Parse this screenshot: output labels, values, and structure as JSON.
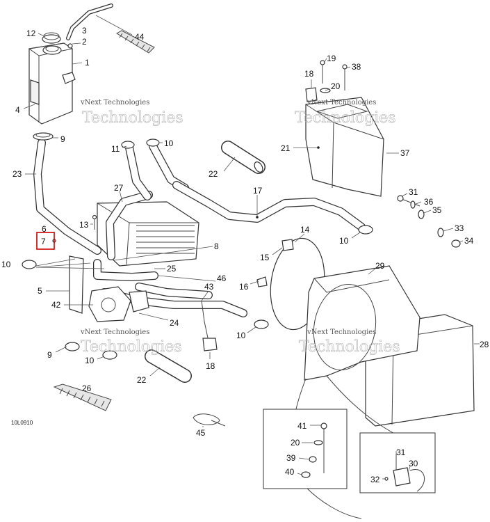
{
  "diagram_code": "10L0910",
  "watermark": {
    "line1": "vNext Technologies",
    "line2": "Technologies"
  },
  "highlight_color": "#cc0000",
  "callouts": [
    {
      "id": "c12",
      "text": "12"
    },
    {
      "id": "c3",
      "text": "3"
    },
    {
      "id": "c44",
      "text": "44"
    },
    {
      "id": "c2",
      "text": "2"
    },
    {
      "id": "c1",
      "text": "1"
    },
    {
      "id": "c4",
      "text": "4"
    },
    {
      "id": "c9a",
      "text": "9"
    },
    {
      "id": "c23",
      "text": "23"
    },
    {
      "id": "c11",
      "text": "11"
    },
    {
      "id": "c10a",
      "text": "10"
    },
    {
      "id": "c22a",
      "text": "22"
    },
    {
      "id": "c27",
      "text": "27"
    },
    {
      "id": "c17",
      "text": "17"
    },
    {
      "id": "c13",
      "text": "13"
    },
    {
      "id": "c6",
      "text": "6"
    },
    {
      "id": "c7",
      "text": "7"
    },
    {
      "id": "c8",
      "text": "8"
    },
    {
      "id": "c10b",
      "text": "10"
    },
    {
      "id": "c25",
      "text": "25"
    },
    {
      "id": "c5",
      "text": "5"
    },
    {
      "id": "c46",
      "text": "46"
    },
    {
      "id": "c43",
      "text": "43"
    },
    {
      "id": "c42",
      "text": "42"
    },
    {
      "id": "c24",
      "text": "24"
    },
    {
      "id": "c9b",
      "text": "9"
    },
    {
      "id": "c10c",
      "text": "10"
    },
    {
      "id": "c10d",
      "text": "10"
    },
    {
      "id": "c18b",
      "text": "18"
    },
    {
      "id": "c22b",
      "text": "22"
    },
    {
      "id": "c26",
      "text": "26"
    },
    {
      "id": "c45",
      "text": "45"
    },
    {
      "id": "c19",
      "text": "19"
    },
    {
      "id": "c38",
      "text": "38"
    },
    {
      "id": "c18a",
      "text": "18"
    },
    {
      "id": "c20a",
      "text": "20"
    },
    {
      "id": "c21",
      "text": "21"
    },
    {
      "id": "c37",
      "text": "37"
    },
    {
      "id": "c31a",
      "text": "31"
    },
    {
      "id": "c36",
      "text": "36"
    },
    {
      "id": "c35",
      "text": "35"
    },
    {
      "id": "c33",
      "text": "33"
    },
    {
      "id": "c34",
      "text": "34"
    },
    {
      "id": "c14",
      "text": "14"
    },
    {
      "id": "c10e",
      "text": "10"
    },
    {
      "id": "c15",
      "text": "15"
    },
    {
      "id": "c16",
      "text": "16"
    },
    {
      "id": "c29",
      "text": "29"
    },
    {
      "id": "c28",
      "text": "28"
    },
    {
      "id": "c41",
      "text": "41"
    },
    {
      "id": "c20b",
      "text": "20"
    },
    {
      "id": "c39",
      "text": "39"
    },
    {
      "id": "c40",
      "text": "40"
    },
    {
      "id": "c31b",
      "text": "31"
    },
    {
      "id": "c30",
      "text": "30"
    },
    {
      "id": "c32",
      "text": "32"
    }
  ]
}
